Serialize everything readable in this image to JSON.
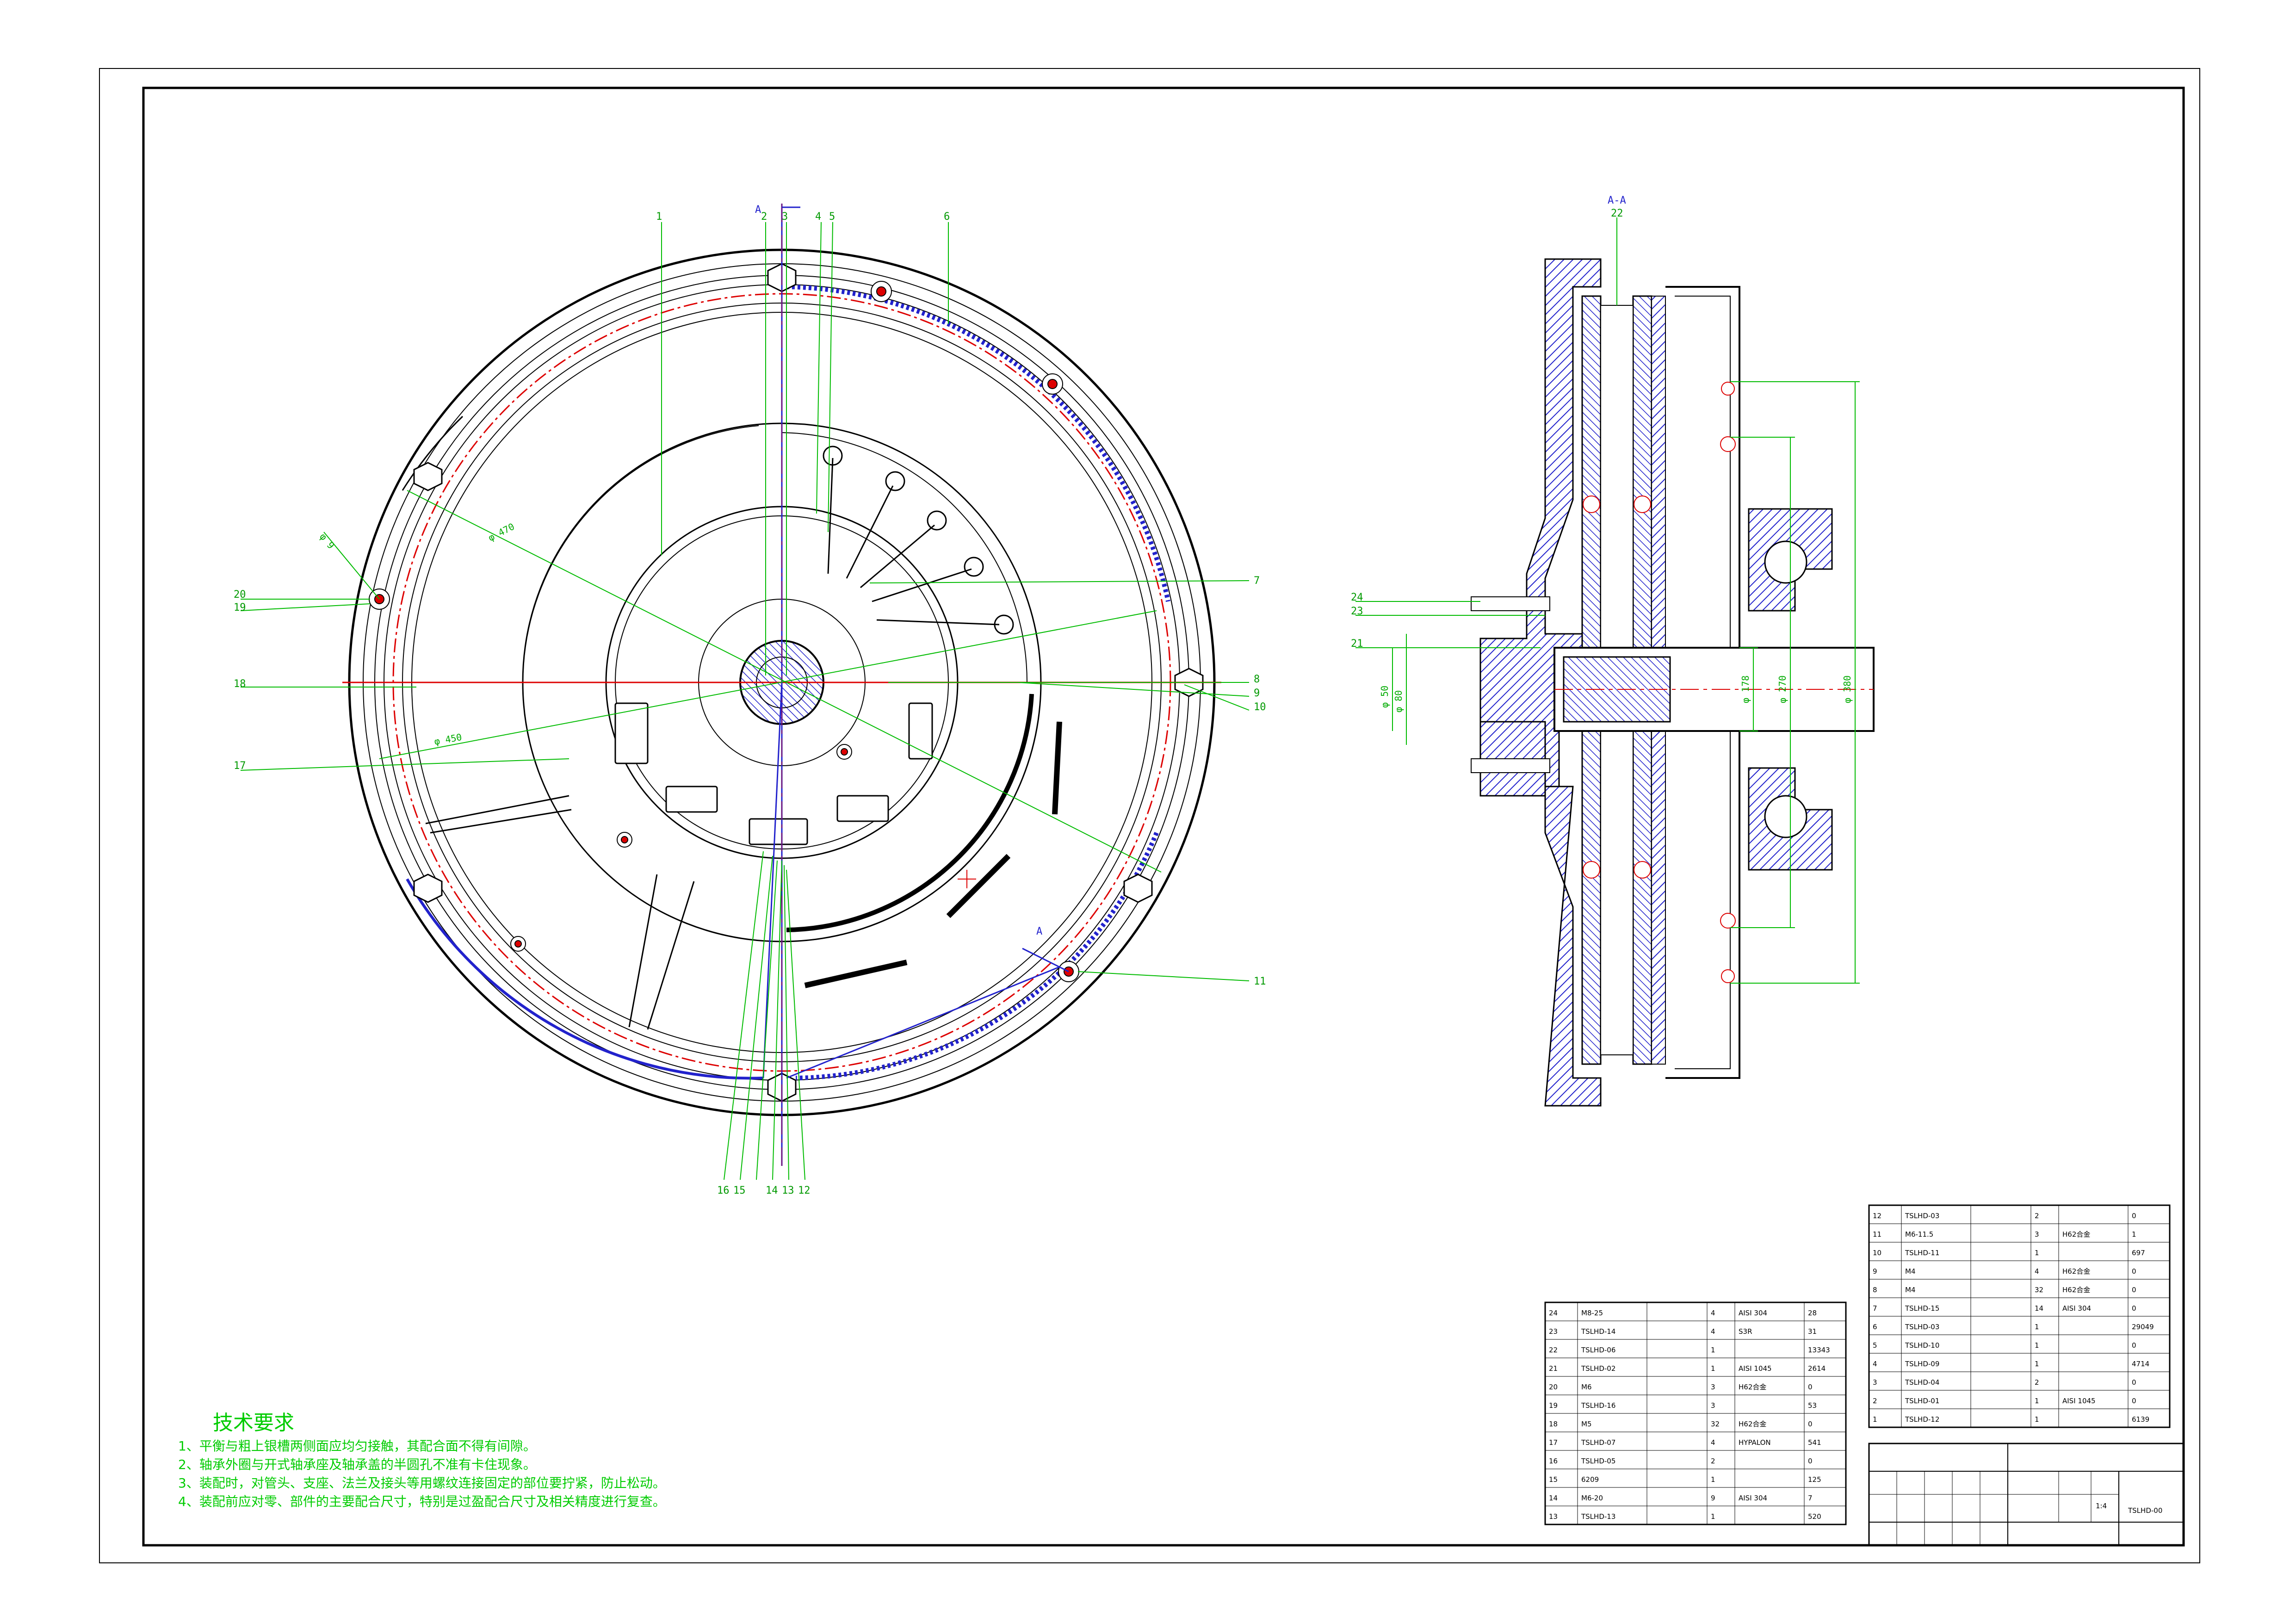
{
  "view_labels": {
    "front_section": "A",
    "side_section": "A-A"
  },
  "dimensions": {
    "front_outer": "φ 470",
    "front_inner": "φ 450",
    "hole": "φ 9",
    "side_d1": "φ 380",
    "side_d2": "φ 270",
    "side_d3": "φ 178",
    "side_d4": "φ 50",
    "side_d5": "φ 80"
  },
  "balloons_front_top": [
    "1",
    "2",
    "3",
    "4",
    "5",
    "6"
  ],
  "balloons_front_right": [
    "7",
    "8",
    "9",
    "10",
    "11"
  ],
  "balloons_front_bottom": [
    "16",
    "15",
    "14",
    "13",
    "12"
  ],
  "balloons_front_left": [
    "20",
    "19",
    "18",
    "17"
  ],
  "balloons_side": [
    "22",
    "24",
    "23",
    "21"
  ],
  "notes": {
    "title": "技术要求",
    "lines": [
      "1、平衡与粗上银槽两侧面应均匀接触，其配合面不得有间隙。",
      "2、轴承外圈与开式轴承座及轴承盖的半圆孔不准有卡住现象。",
      "3、装配时，对管头、支座、法兰及接头等用螺纹连接固定的部位要拧紧，防止松动。",
      "4、装配前应对零、部件的主要配合尺寸，特别是过盈配合尺寸及相关精度进行复查。"
    ]
  },
  "bom_right": {
    "rows": [
      [
        "12",
        "TSLHD-03",
        "",
        "2",
        "",
        "0"
      ],
      [
        "11",
        "M6-11.5",
        "",
        "3",
        "H62合金",
        "1"
      ],
      [
        "10",
        "TSLHD-11",
        "",
        "1",
        "",
        "697"
      ],
      [
        "9",
        "M4",
        "",
        "4",
        "H62合金",
        "0"
      ],
      [
        "8",
        "M4",
        "",
        "32",
        "H62合金",
        "0"
      ],
      [
        "7",
        "TSLHD-15",
        "",
        "14",
        "AISI 304",
        "0"
      ],
      [
        "6",
        "TSLHD-03",
        "",
        "1",
        "",
        "29049"
      ],
      [
        "5",
        "TSLHD-10",
        "",
        "1",
        "",
        "0"
      ],
      [
        "4",
        "TSLHD-09",
        "",
        "1",
        "",
        "4714"
      ],
      [
        "3",
        "TSLHD-04",
        "",
        "2",
        "",
        "0"
      ],
      [
        "2",
        "TSLHD-01",
        "",
        "1",
        "AISI 1045",
        "0"
      ],
      [
        "1",
        "TSLHD-12",
        "",
        "1",
        "",
        "6139"
      ]
    ]
  },
  "bom_left": {
    "rows": [
      [
        "24",
        "M8-25",
        "",
        "4",
        "AISI 304",
        "28"
      ],
      [
        "23",
        "TSLHD-14",
        "",
        "4",
        "S3R",
        "31"
      ],
      [
        "22",
        "TSLHD-06",
        "",
        "1",
        "",
        "13343"
      ],
      [
        "21",
        "TSLHD-02",
        "",
        "1",
        "AISI 1045",
        "2614"
      ],
      [
        "20",
        "M6",
        "",
        "3",
        "H62合金",
        "0"
      ],
      [
        "19",
        "TSLHD-16",
        "",
        "3",
        "",
        "53"
      ],
      [
        "18",
        "M5",
        "",
        "32",
        "H62合金",
        "0"
      ],
      [
        "17",
        "TSLHD-07",
        "",
        "4",
        "HYPALON",
        "541"
      ],
      [
        "16",
        "TSLHD-05",
        "",
        "2",
        "",
        "0"
      ],
      [
        "15",
        "6209",
        "",
        "1",
        "",
        "125"
      ],
      [
        "14",
        "M6-20",
        "",
        "9",
        "AISI 304",
        "7"
      ],
      [
        "13",
        "TSLHD-13",
        "",
        "1",
        "",
        "520"
      ]
    ]
  },
  "title_block": {
    "drawing_no": "TSLHD-00",
    "scale": "1:4"
  },
  "colors": {
    "outline": "#000000",
    "section_hatch": "#2222cc",
    "leader": "#00bb00",
    "center": "#dd0000",
    "notes": "#00cc00"
  }
}
